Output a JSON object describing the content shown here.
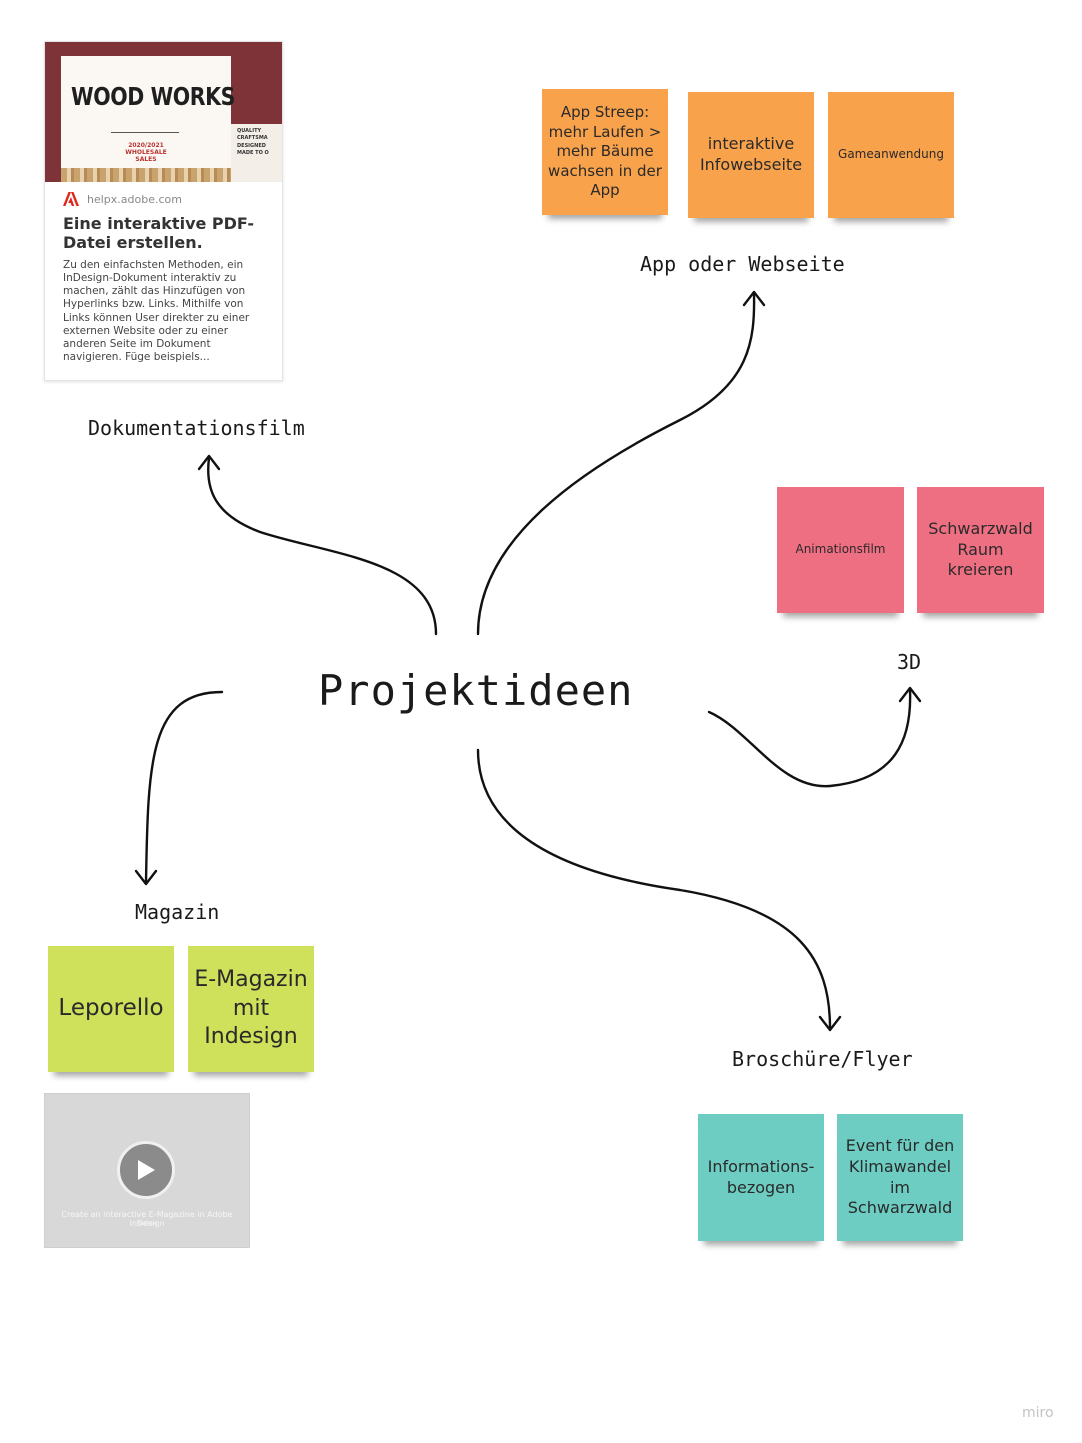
{
  "center_topic": "Projektideen",
  "branches": {
    "documentary": "Dokumentationsfilm",
    "app_web": "App oder Webseite",
    "three_d": "3D",
    "magazine": "Magazin",
    "brochure": "Broschüre/Flyer"
  },
  "sticky_colors": {
    "orange": "#f9a24c",
    "pink": "#ef6f82",
    "green": "#cfe05a",
    "teal": "#6dcdc3"
  },
  "stickies": {
    "app_streep": "App Streep: mehr Laufen > mehr Bäume wachsen in der App",
    "infowebseite": "interaktive Infowebseite",
    "gameanwendung": "Gameanwendung",
    "animationsfilm": "Animationsfilm",
    "schwarzwald_raum": "Schwarzwald Raum kreieren",
    "leporello": "Leporello",
    "e_magazin": "E-Magazin mit Indesign",
    "informationsbezogen": "Informations-bezogen",
    "event_klimawandel": "Event für den Klimawandel im Schwarzwald"
  },
  "link_card": {
    "image_title": "WOOD WORKS",
    "image_subtitle": "2020/2021 WHOLESALE SALES",
    "image_side_text": "QUALITY\nCRAFTSMA\nDESIGNED\nMADE TO O",
    "favicon": "adobe-icon",
    "domain": "helpx.adobe.com",
    "title": "Eine interaktive PDF-Datei erstellen.",
    "description": "Zu den einfachsten Methoden, ein InDesign-Dokument interaktiv zu machen, zählt das Hinzufügen von Hyperlinks bzw. Links. Mithilfe von Links können User direkter zu einer externen Website oder zu einer anderen Seite im Dokument navigieren. Füge beispiels..."
  },
  "video_card": {
    "title": "Create an interactive E-Magazine in Adobe InDesign",
    "source": "YouTube",
    "play_icon": "play-icon"
  },
  "watermark": "miro"
}
